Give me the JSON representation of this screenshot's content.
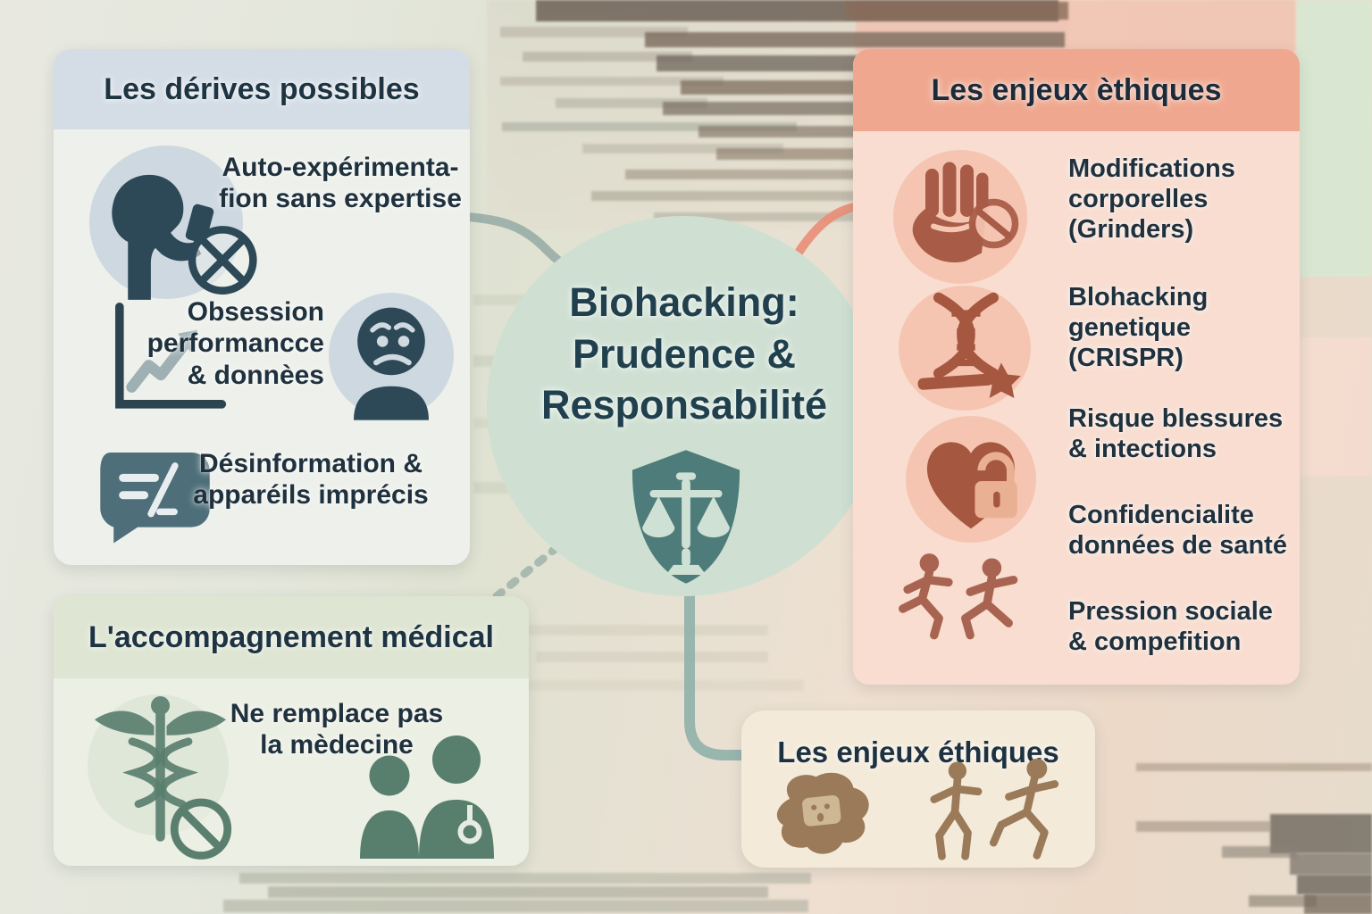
{
  "center": {
    "title": "Biohacking:\nPrudence &\nResponsabilité",
    "icon": "shield-scales-icon"
  },
  "panel_derives": {
    "header": "Les dérives possibles",
    "items": [
      {
        "icon": "self-experiment-icon",
        "label": "Auto-expérimenta-\nfion sans expertise"
      },
      {
        "icon": "performance-chart-icon",
        "icon2": "worried-face-icon",
        "label": "Obsession\nperformancce\n& donnèes"
      },
      {
        "icon": "misinformation-chat-icon",
        "label": "Désinformation &\napparéils imprécis"
      }
    ]
  },
  "panel_medical": {
    "header": "L'accompagnement médical",
    "items": [
      {
        "icon": "caduceus-prohibition-icon",
        "icon2": "doctor-patient-icon",
        "label": "Ne remplace pas\nla mèdecine"
      }
    ]
  },
  "panel_ethique": {
    "header": "Les enjeux èthiques",
    "items": [
      {
        "icon": "hand-stop-icon",
        "label": "Modifications\ncorporelles\n(Grinders)"
      },
      {
        "icon": "dna-crispr-icon",
        "label": "Blohacking\ngenetique\n(CRISPR)"
      },
      {
        "icon": "heart-lock-icon",
        "label": "Risque blessures\n& intections"
      },
      {
        "label": "Confidencialite\ndonnées de santé"
      },
      {
        "icon": "runners-icon",
        "label": "Pression sociale\n& compefition"
      }
    ]
  },
  "panel_bottom": {
    "header": "Les enjeux éthiques",
    "icons": [
      "blob-face-icon",
      "walking-figure-icon",
      "running-figure-icon"
    ]
  },
  "palette": {
    "accent_slate": "#2d4856",
    "accent_terracotta": "#a85b46",
    "accent_green": "#5a7f6f",
    "shield_teal": "#4e7c7a",
    "circle_bg": "#cfe0d3",
    "derives_header_bg": "#d4dde6",
    "derives_body_bg": "#edf0eb",
    "ethique_header_bg": "#efa88f",
    "ethique_body_bg": "#f8ddd0",
    "ethique_icon_bg": "#f5c5b1",
    "medical_header_bg": "#dee5d2",
    "medical_body_bg": "#ecefe3",
    "bottom_panel_bg": "#f4ead9",
    "bottom_icon_brown": "#9a7a58",
    "text_dark": "#20313e",
    "connector_teal": "#8fb0aa",
    "connector_red": "#e98d75"
  }
}
